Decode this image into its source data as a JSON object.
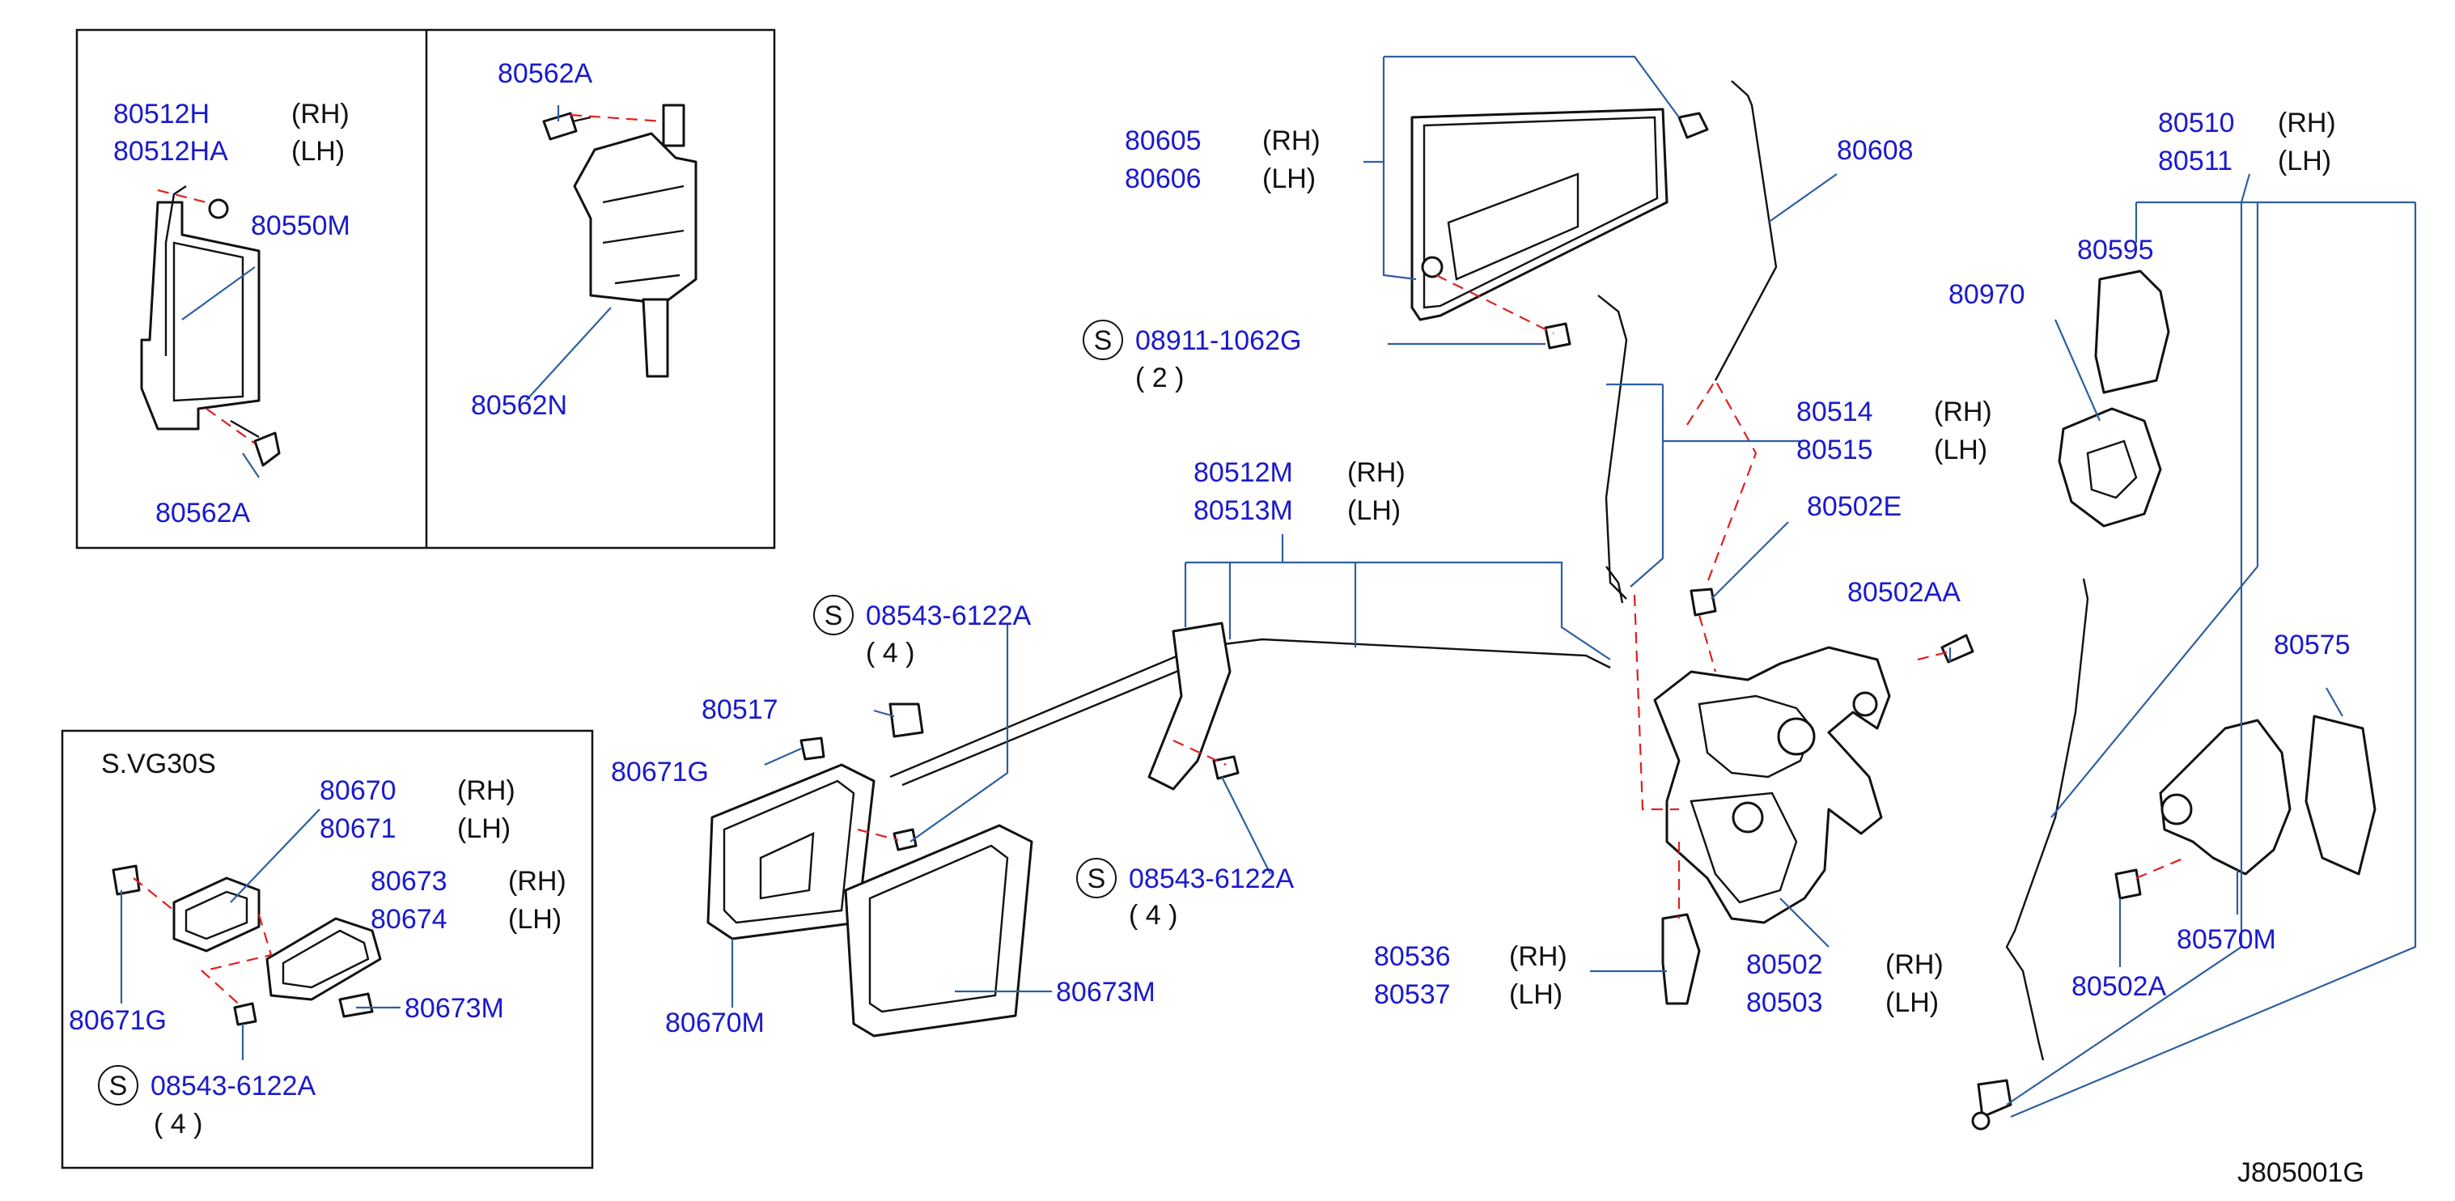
{
  "diagram_code": "J805001G",
  "inset_variant": "S.VG30S",
  "side": {
    "rh": "(RH)",
    "lh": "(LH)"
  },
  "std_symbol": "S",
  "parts": {
    "p80512H": "80512H",
    "p80512HA": "80512HA",
    "p80550M": "80550M",
    "p80562A_a": "80562A",
    "p80562A_b": "80562A",
    "p80562N": "80562N",
    "p80605": "80605",
    "p80606": "80606",
    "p80608": "80608",
    "std_08911": "08911-1062G",
    "qty_08911": "( 2 )",
    "p80510": "80510",
    "p80511": "80511",
    "p80595": "80595",
    "p80970": "80970",
    "p80514": "80514",
    "p80515": "80515",
    "p80502E": "80502E",
    "p80512M": "80512M",
    "p80513M": "80513M",
    "std_08543_a": "08543-6122A",
    "qty_08543_a": "( 4 )",
    "p80502AA": "80502AA",
    "p80575": "80575",
    "p80517": "80517",
    "p80671G_a": "80671G",
    "std_08543_b": "08543-6122A",
    "qty_08543_b": "( 4 )",
    "p80670M": "80670M",
    "p80673M": "80673M",
    "p80536": "80536",
    "p80537": "80537",
    "p80502": "80502",
    "p80503": "80503",
    "p80570M": "80570M",
    "p80502A": "80502A",
    "p80670": "80670",
    "p80671": "80671",
    "p80673": "80673",
    "p80674": "80674",
    "p80671G_b": "80671G",
    "p80673M_b": "80673M",
    "std_08543_c": "08543-6122A",
    "qty_08543_c": "( 4 )"
  }
}
